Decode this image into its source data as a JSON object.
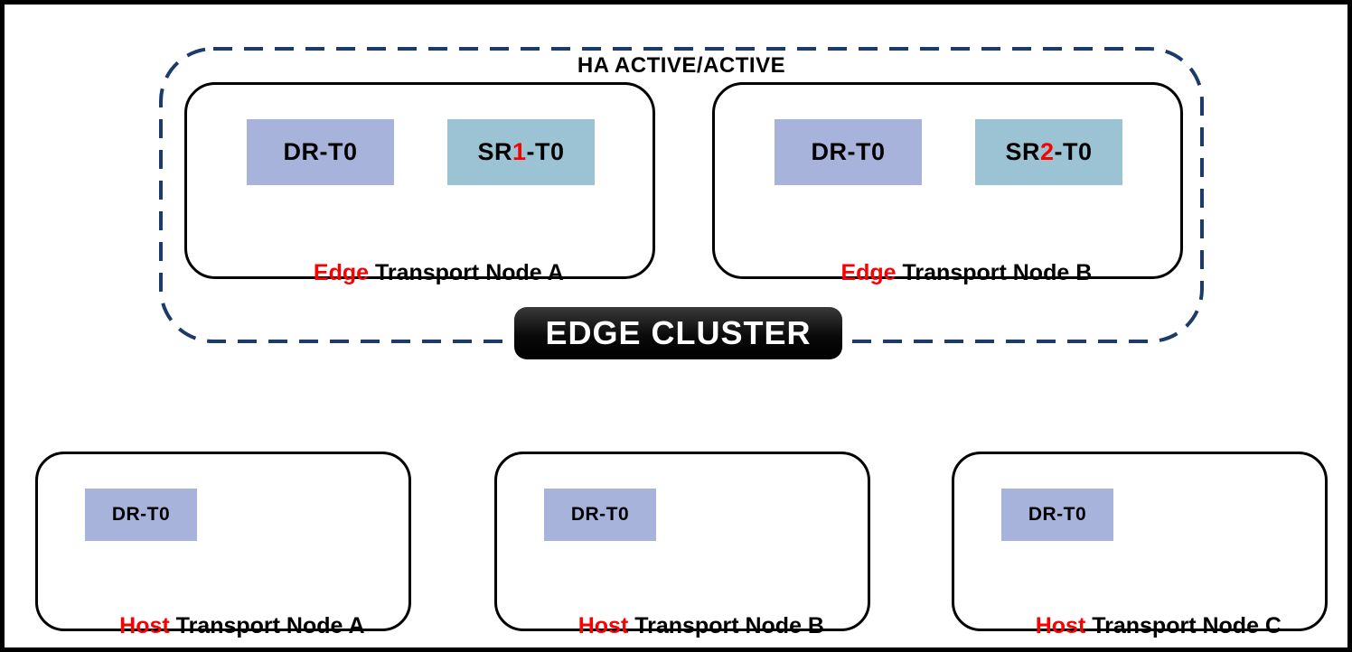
{
  "diagram": {
    "ha_label": "HA ACTIVE/ACTIVE",
    "edge_cluster_label": "EDGE CLUSTER",
    "edge_nodes": [
      {
        "dr_label": "DR-T0",
        "sr_prefix": "SR",
        "sr_number": "1",
        "sr_suffix": "-T0",
        "name_highlight": "Edge",
        "name_rest": " Transport Node A"
      },
      {
        "dr_label": "DR-T0",
        "sr_prefix": "SR",
        "sr_number": "2",
        "sr_suffix": "-T0",
        "name_highlight": "Edge",
        "name_rest": " Transport Node B"
      }
    ],
    "host_nodes": [
      {
        "dr_label": "DR-T0",
        "name_highlight": "Host",
        "name_rest": " Transport Node A"
      },
      {
        "dr_label": "DR-T0",
        "name_highlight": "Host",
        "name_rest": " Transport Node B"
      },
      {
        "dr_label": "DR-T0",
        "name_highlight": "Host",
        "name_rest": " Transport Node C"
      }
    ]
  },
  "colors": {
    "dr_fill": "#a8b3dc",
    "sr_fill": "#9cc3d3",
    "dashed_border": "#1c3a6a",
    "highlight_red": "#fb0000",
    "cluster_pill_bg": "#000000",
    "cluster_pill_text": "#ffffff"
  }
}
